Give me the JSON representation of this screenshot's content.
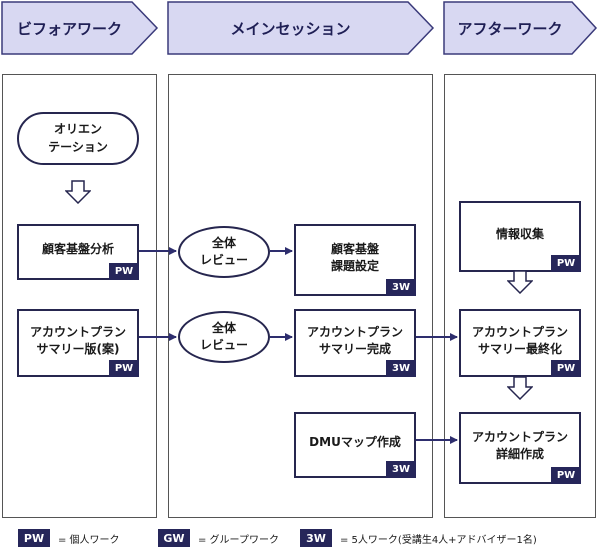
{
  "phases": {
    "before": "ビフォアワーク",
    "main": "メインセッション",
    "after": "アフターワーク"
  },
  "nodes": {
    "orientation": "オリエン\nテーション",
    "customer_analysis": "顧客基盤分析",
    "summary_draft": "アカウントプラン\nサマリー版(案)",
    "review_1": "全体\nレビュー",
    "review_2": "全体\nレビュー",
    "customer_issues": "顧客基盤\n課題設定",
    "summary_complete": "アカウントプラン\nサマリー完成",
    "dmu_map": "DMUマップ作成",
    "info_gathering": "情報収集",
    "summary_final": "アカウントプラン\nサマリー最終化",
    "detail_plan": "アカウントプラン\n詳細作成"
  },
  "badges": {
    "customer_analysis": "PW",
    "summary_draft": "PW",
    "customer_issues": "3W",
    "summary_complete": "3W",
    "dmu_map": "3W",
    "info_gathering": "PW",
    "summary_final": "PW",
    "detail_plan": "PW"
  },
  "legend": [
    {
      "tag": "PW",
      "text": "= 個人ワーク"
    },
    {
      "tag": "GW",
      "text": "= グループワーク"
    },
    {
      "tag": "3W",
      "text": "= 5人ワーク(受講生4人+アドバイザー1名)"
    }
  ],
  "colors": {
    "banner_fill": "#d8d8f2",
    "banner_stroke": "#3a3a7a",
    "box_border": "#26264f",
    "badge_fill": "#26265a",
    "arrow": "#2e2e6e"
  }
}
